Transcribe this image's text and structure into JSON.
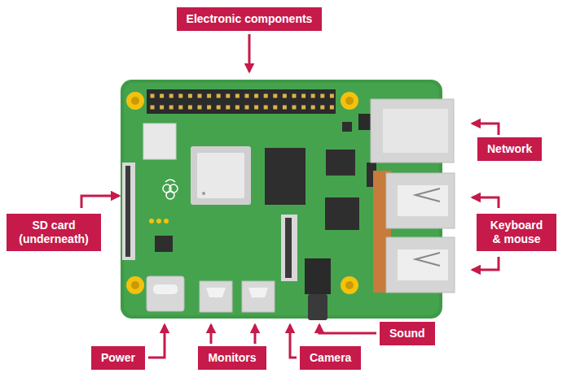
{
  "diagram": {
    "nodes": [
      {
        "text": [
          "Electronic components"
        ]
      },
      {
        "text": [
          "Network"
        ]
      },
      {
        "text": [
          "SD card (underneath)"
        ]
      },
      {
        "text": [
          "Keyboard & mouse"
        ]
      },
      {
        "text": [
          "Sound"
        ]
      },
      {
        "text": [
          "Power"
        ]
      },
      {
        "text": [
          "Monitors"
        ]
      },
      {
        "text": [
          "Camera"
        ]
      }
    ]
  }
}
